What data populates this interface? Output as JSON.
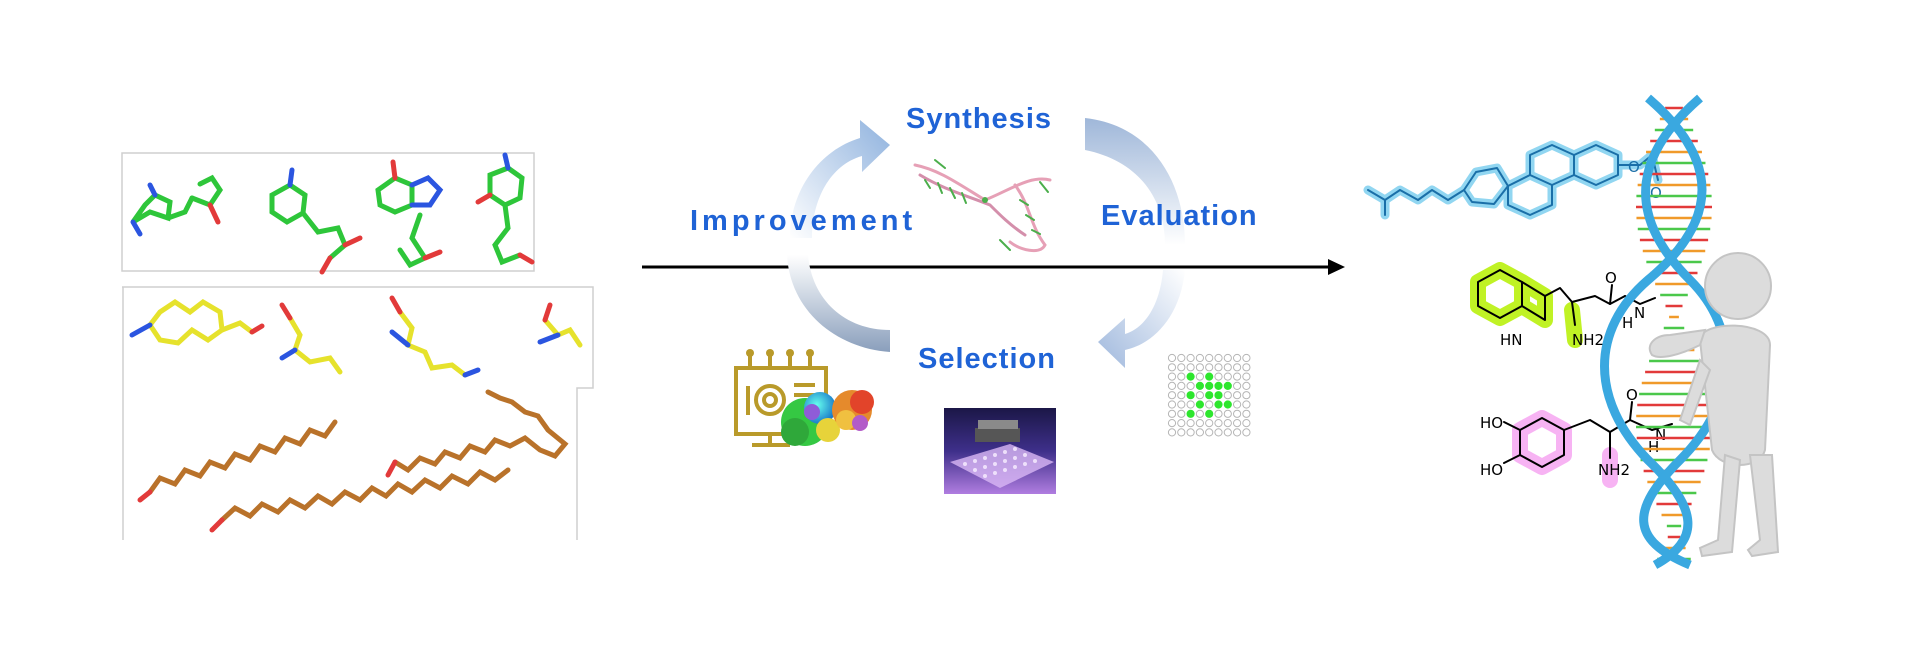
{
  "cycle": {
    "synthesis": "Synthesis",
    "evaluation": "Evaluation",
    "selection": "Selection",
    "improvement": "Improvement"
  },
  "molecules": {
    "trp_labels": [
      "HN",
      "NH2",
      "H",
      "O",
      "N"
    ],
    "dopa_labels": [
      "HO",
      "HO",
      "NH2",
      "H",
      "O",
      "N"
    ],
    "chol_labels": [
      "O",
      "O"
    ]
  },
  "colors": {
    "label": "#1f63d6",
    "arrow": "#000000",
    "helix_blue": "#3aa8e0",
    "chol": "#39b6e6",
    "trp_highlight": "#b6f000",
    "dopa_highlight": "#f6a6f2"
  },
  "icons": [
    "nucleoside-models",
    "amino-acid-models",
    "fatty-acid-models",
    "rna-structure-icon",
    "microarray-plate-icon",
    "dot-grid-icon",
    "monitor-protein-icon",
    "dna-helix-figure"
  ]
}
